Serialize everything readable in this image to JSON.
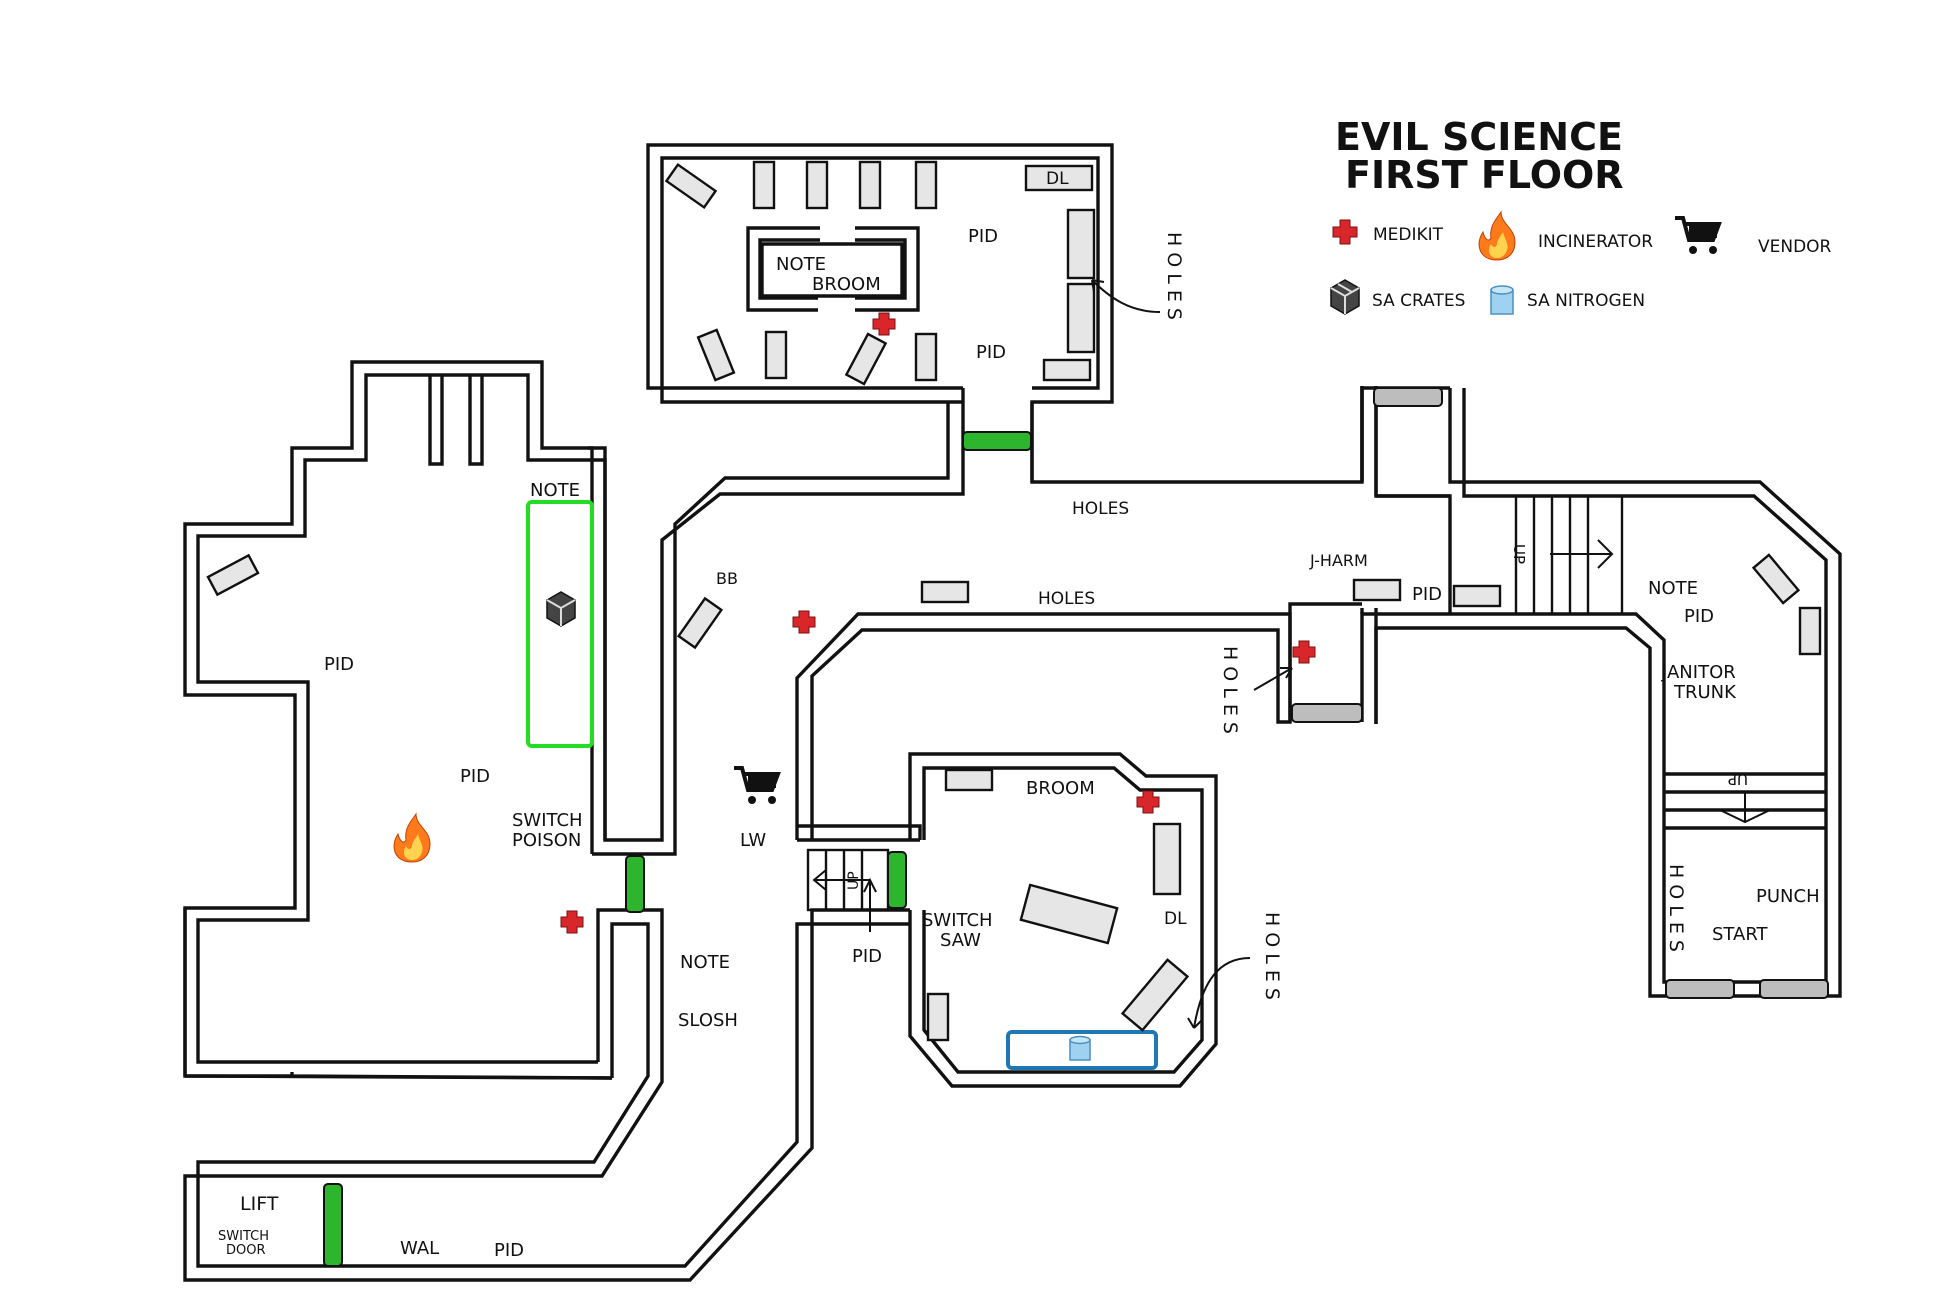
{
  "title_line1": "EVIL SCIENCE",
  "title_line2": "FIRST FLOOR",
  "legend": {
    "medikit": "MEDIKIT",
    "incinerator": "INCINERATOR",
    "vendor": "VENDOR",
    "sa_crates": "SA CRATES",
    "sa_nitrogen": "SA NITROGEN"
  },
  "icons": {
    "medikit": "medikit-cross-icon",
    "incinerator": "flame-icon",
    "vendor": "shopping-cart-icon",
    "sa_crates": "crate-box-icon",
    "sa_nitrogen": "nitrogen-canister-icon"
  },
  "colors": {
    "door_open": "#2db52d",
    "door_closed": "#bdbdbd",
    "medikit": "#d8262b",
    "crates_highlight": "#22dd22",
    "nitrogen_highlight": "#1f78b4",
    "nitrogen": "#9fd1f0",
    "flame": "#ff7a1a"
  },
  "labels": {
    "dl_top": "DL",
    "pid_top1": "PID",
    "note_top": "NOTE",
    "broom_top": "BROOM",
    "pid_top2": "PID",
    "holes_top_v": "HOLES",
    "holes_corridor": "HOLES",
    "note_left": "NOTE",
    "pid_left1": "PID",
    "pid_left2": "PID",
    "switch_poison_1": "SWITCH",
    "switch_poison_2": "POISON",
    "bb": "BB",
    "lw": "LW",
    "holes_mid": "HOLES",
    "j_harm": "J-HARM",
    "pid_right": "PID",
    "holes_mid_v": "HOLES",
    "note_right": "NOTE",
    "pid_right2": "PID",
    "janitor_trunk_1": "JANITOR",
    "janitor_trunk_2": "TRUNK",
    "up_stairs_right": "UP",
    "up_stairs_right2": "UP",
    "holes_right_v": "HOLES",
    "punch": "PUNCH",
    "start": "START",
    "broom_lower": "BROOM",
    "dl_lower": "DL",
    "switch_saw_1": "SWITCH",
    "switch_saw_2": "SAW",
    "holes_lower_v": "HOLES",
    "up_stairs_lower": "UP",
    "pid_lower": "PID",
    "note_lower": "NOTE",
    "slosh": "SLOSH",
    "lift": "LIFT",
    "switch_door_1": "SWITCH",
    "switch_door_2": "DOOR",
    "wal": "WAL",
    "pid_bottom": "PID"
  }
}
